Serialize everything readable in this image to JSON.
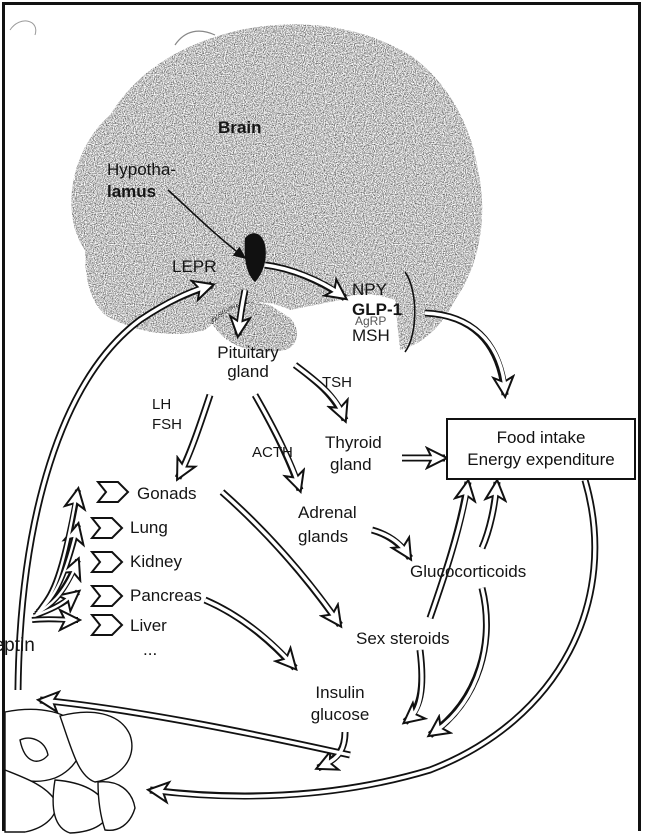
{
  "diagram": {
    "brain": "Brain",
    "hypothalamus_line1": "Hypotha-",
    "hypothalamus_line2": "lamus",
    "lepr": "LEPR",
    "npy": "NPY",
    "glp1": "GLP-1",
    "agrp": "AgRP",
    "msh": "MSH",
    "pituitary_line1": "Pituitary",
    "pituitary_line2": "gland",
    "tsh": "TSH",
    "lh": "LH",
    "fsh": "FSH",
    "acth": "ACTH",
    "thyroid_line1": "Thyroid",
    "thyroid_line2": "gland",
    "food_intake": "Food intake",
    "energy_expenditure": "Energy expenditure",
    "gonads": "Gonads",
    "lung": "Lung",
    "kidney": "Kidney",
    "pancreas": "Pancreas",
    "liver": "Liver",
    "ellipsis": "...",
    "adrenal_line1": "Adrenal",
    "adrenal_line2": "glands",
    "glucocorticoids": "Glucocorticoids",
    "sex_steroids": "Sex steroids",
    "insulin": "Insulin",
    "glucose": "glucose",
    "leptin": "Leptin"
  },
  "colors": {
    "ink": "#111111",
    "brain_tone": "#8a8a8a",
    "background": "#ffffff"
  }
}
